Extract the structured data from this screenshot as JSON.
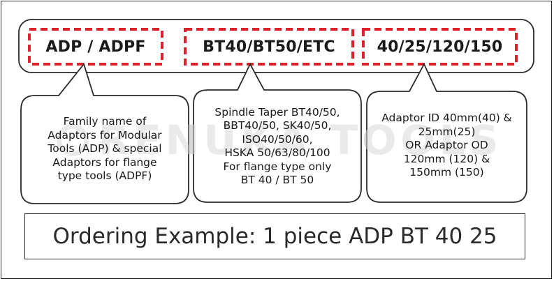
{
  "code_segments": [
    {
      "text": "ADP / ADPF"
    },
    {
      "text": "BT40/BT50/ETC"
    },
    {
      "text": "40/25/120/150"
    }
  ],
  "callouts": [
    {
      "text": "Family name of\nAdaptors for Modular\nTools (ADP) & special\nAdaptors for flange\ntype tools (ADPF)"
    },
    {
      "text": "Spindle Taper BT40/50,\nBBT40/50, SK40/50,\nISO40/50/60,\nHSKA 50/63/80/100\nFor flange type only\nBT 40 / BT 50"
    },
    {
      "text": "Adaptor ID 40mm(40) &\n25mm(25)\nOR Adaptor OD\n120mm (120) &\n150mm (150)"
    }
  ],
  "watermark": {
    "text": "RENUKA TOOLS",
    "color": "#d9d9d9"
  },
  "ordering_example": {
    "text": "Ordering Example: 1 piece ADP BT 40 25"
  },
  "colors": {
    "dashed_border": "#e0202a",
    "outline": "#2a2a2a"
  }
}
